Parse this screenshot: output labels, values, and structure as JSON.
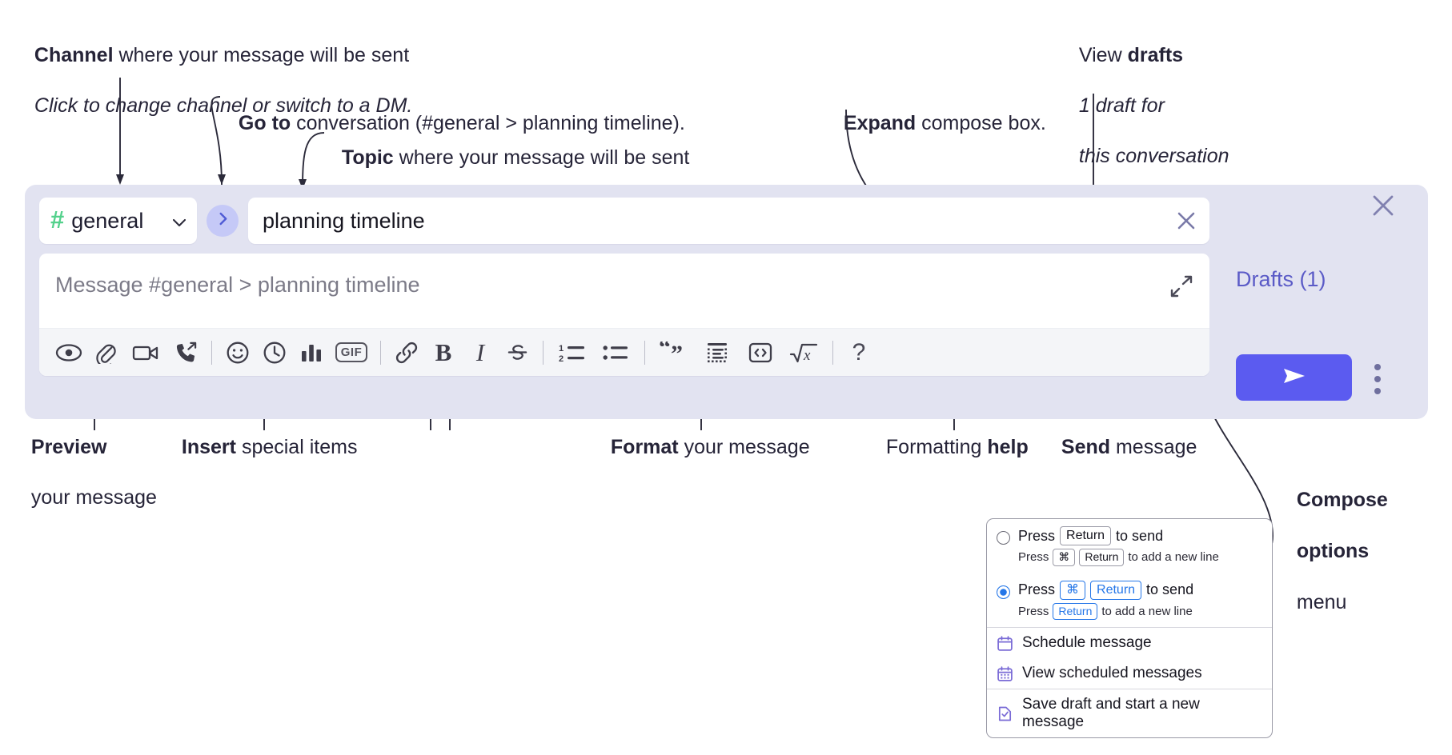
{
  "annotations": {
    "channel": {
      "bold": "Channel",
      "rest": " where your message will be sent",
      "italic": "Click to change channel or switch to a DM."
    },
    "goto": {
      "bold": "Go to",
      "rest": " conversation (#general > planning timeline)."
    },
    "topic": {
      "bold": "Topic",
      "rest": " where your message will be sent"
    },
    "expand": {
      "bold": "Expand",
      "rest": " compose box."
    },
    "drafts": {
      "normal": "View ",
      "bold": "drafts",
      "italic_1": "1 draft for",
      "italic_2": "this conversation"
    },
    "preview": {
      "bold": "Preview",
      "rest": "your message"
    },
    "insert": {
      "bold": "Insert",
      "rest": " special items"
    },
    "format": {
      "bold": "Format",
      "rest": " your message"
    },
    "formatting_help": {
      "normal": "Formatting ",
      "bold": "help"
    },
    "send": {
      "bold": "Send",
      "rest": " message"
    },
    "compose_options": {
      "bold_1": "Compose",
      "bold_2": "options",
      "rest": "menu"
    }
  },
  "composer": {
    "channel": {
      "hash": "#",
      "name": "general",
      "chevron_icon": "chevron-down-icon"
    },
    "goto_button_icon": "chevron-right-icon",
    "topic": {
      "value": "planning timeline",
      "clear_icon": "close-icon"
    },
    "message": {
      "placeholder": "Message #general > planning timeline",
      "value": "",
      "expand_icon": "expand-icon"
    },
    "toolbar": [
      {
        "name": "preview-button",
        "icon": "eye-icon",
        "label": "Preview"
      },
      {
        "name": "attach-button",
        "icon": "paperclip-icon",
        "label": "Attach file"
      },
      {
        "name": "video-clip-button",
        "icon": "video-camera-icon",
        "label": "Record video clip"
      },
      {
        "name": "audio-clip-button",
        "icon": "phone-forward-icon",
        "label": "Record audio clip"
      },
      {
        "name": "separator-1",
        "icon": "divider",
        "label": ""
      },
      {
        "name": "emoji-button",
        "icon": "smiley-icon",
        "label": "Emoji"
      },
      {
        "name": "reminder-button",
        "icon": "clock-icon",
        "label": "Reminder"
      },
      {
        "name": "poll-button",
        "icon": "bar-chart-icon",
        "label": "Poll"
      },
      {
        "name": "gif-button",
        "icon": "gif-icon",
        "label": "GIF"
      },
      {
        "name": "separator-2",
        "icon": "divider",
        "label": ""
      },
      {
        "name": "link-button",
        "icon": "link-icon",
        "label": "Link"
      },
      {
        "name": "bold-button",
        "icon": "bold-icon",
        "label": "B"
      },
      {
        "name": "italic-button",
        "icon": "italic-icon",
        "label": "I"
      },
      {
        "name": "strikethrough-button",
        "icon": "strikethrough-icon",
        "label": "Strikethrough"
      },
      {
        "name": "separator-3",
        "icon": "divider",
        "label": ""
      },
      {
        "name": "ordered-list-button",
        "icon": "ordered-list-icon",
        "label": "Ordered list"
      },
      {
        "name": "bulleted-list-button",
        "icon": "bulleted-list-icon",
        "label": "Bulleted list"
      },
      {
        "name": "separator-4",
        "icon": "divider",
        "label": ""
      },
      {
        "name": "blockquote-button",
        "icon": "quote-icon",
        "label": "Blockquote"
      },
      {
        "name": "code-block-button",
        "icon": "code-block-icon",
        "label": "Code block"
      },
      {
        "name": "inline-code-button",
        "icon": "inline-code-icon",
        "label": "Code"
      },
      {
        "name": "math-button",
        "icon": "math-sqrt-icon",
        "label": "Math"
      },
      {
        "name": "separator-5",
        "icon": "divider",
        "label": ""
      },
      {
        "name": "formatting-help-button",
        "icon": "question-mark-icon",
        "label": "?"
      }
    ],
    "gif_label": "GIF",
    "bold_label": "B",
    "italic_label": "I",
    "help_label": "?"
  },
  "rail": {
    "drafts_label": "Drafts (1)",
    "close_icon": "close-icon",
    "send_icon": "send-paper-plane-icon",
    "kebab_icon": "vertical-dots-icon"
  },
  "menu": {
    "options": [
      {
        "selected": false,
        "main_pre": "Press",
        "main_key": "Return",
        "main_post": "to send",
        "sub_pre": "Press",
        "sub_key_1": "⌘",
        "sub_key_2": "Return",
        "sub_post": "to add a new line"
      },
      {
        "selected": true,
        "main_pre": "Press",
        "main_key_1": "⌘",
        "main_key_2": "Return",
        "main_post": "to send",
        "sub_pre": "Press",
        "sub_key": "Return",
        "sub_post": "to add a new line"
      }
    ],
    "items": [
      {
        "icon": "calendar-icon",
        "label": "Schedule message"
      },
      {
        "icon": "calendar-grid-icon",
        "label": "View scheduled messages"
      },
      {
        "icon": "save-draft-icon",
        "label": "Save draft and start a new message"
      }
    ]
  },
  "colors": {
    "panel_bg": "#e2e3f1",
    "accent_send": "#5b5bf0",
    "hash_green": "#54d18c",
    "drafts_purple": "#5b5bc7",
    "radio_blue": "#2476e8",
    "menu_icon_purple": "#7a6bd6"
  }
}
